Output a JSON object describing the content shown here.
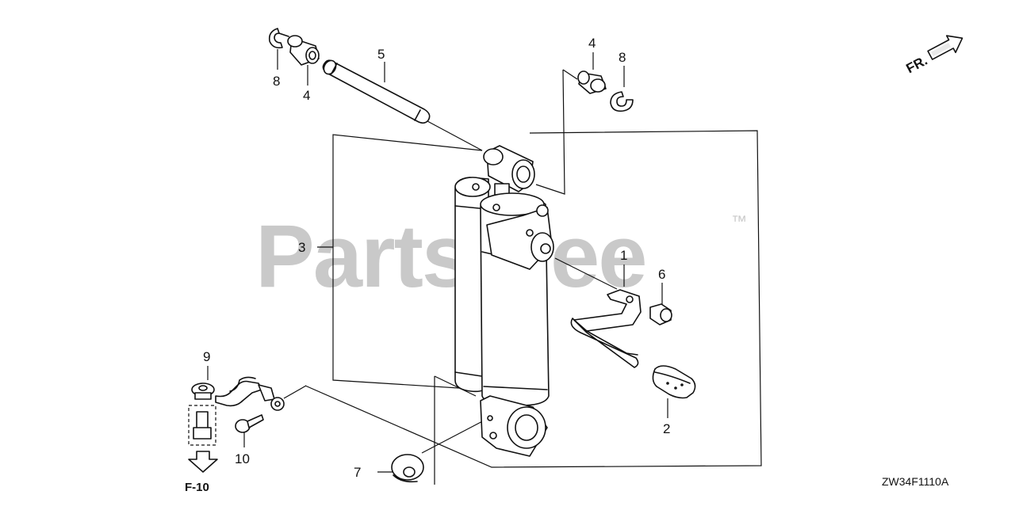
{
  "watermark": {
    "text": "PartsTree",
    "trademark": "™"
  },
  "direction_marker": {
    "label": "FR.",
    "icon": "front-direction-arrow-icon"
  },
  "reference": {
    "label": "F-10",
    "icon": "down-arrow-icon"
  },
  "diagram_code": "ZW34F1110A",
  "callouts": {
    "c1": "1",
    "c2": "2",
    "c3": "3",
    "c4a": "4",
    "c4b": "4",
    "c5": "5",
    "c6": "6",
    "c7": "7",
    "c8a": "8",
    "c8b": "8",
    "c9": "9",
    "c10": "10"
  }
}
